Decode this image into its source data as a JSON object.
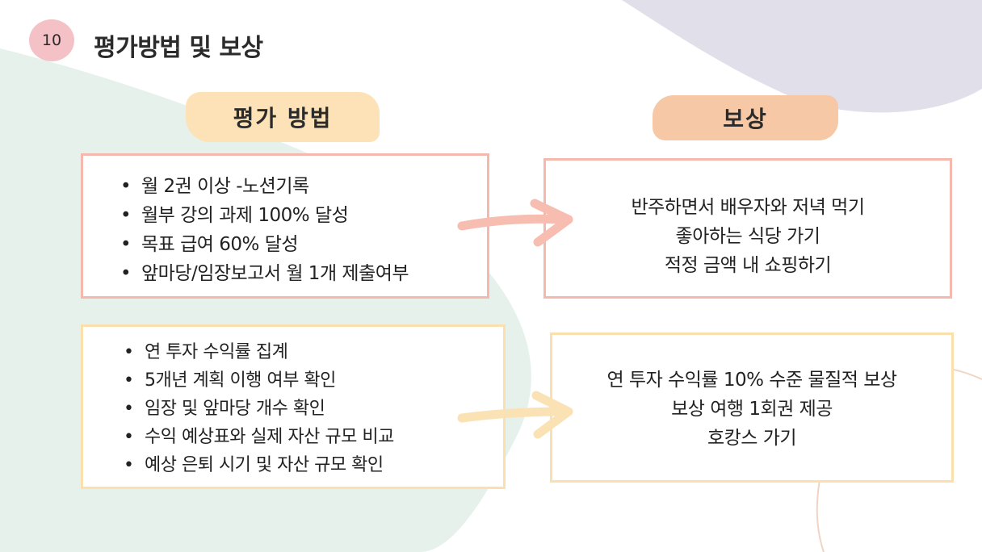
{
  "slide": {
    "page_number": "10",
    "title": "평가방법 및 보상"
  },
  "sections": {
    "evaluation_label": "평가 방법",
    "reward_label": "보상"
  },
  "evaluation_monthly": [
    "월 2권 이상 -노션기록",
    "월부 강의 과제 100% 달성",
    "목표 급여 60% 달성",
    "앞마당/임장보고서 월 1개 제출여부"
  ],
  "evaluation_yearly": [
    "연 투자 수익률 집계",
    "5개년 계획 이행 여부 확인",
    "임장 및 앞마당 개수 확인",
    "수익 예상표와 실제 자산 규모 비교",
    "예상 은퇴 시기 및 자산 규모 확인"
  ],
  "reward_monthly": [
    "반주하면서 배우자와 저녁 먹기",
    "좋아하는 식당 가기",
    "적정 금액 내 쇼핑하기"
  ],
  "reward_yearly": [
    "연 투자 수익률 10% 수준 물질적 보상",
    "보상 여행 1회권 제공",
    "호캉스 가기"
  ],
  "colors": {
    "page_badge": "#f4c2c6",
    "eval_tag": "#fce2b6",
    "reward_tag": "#f7c8a6",
    "pink_border": "#f5b8ad",
    "yellow_border": "#fbe0ae",
    "pink_arrow": "#f6bdb0",
    "yellow_arrow": "#fbe2b4",
    "bg_mint": "#e7f1ec",
    "bg_lavender": "#e0dfea"
  },
  "icons": {
    "arrow_1": "arrow-right-icon",
    "arrow_2": "arrow-right-icon"
  }
}
